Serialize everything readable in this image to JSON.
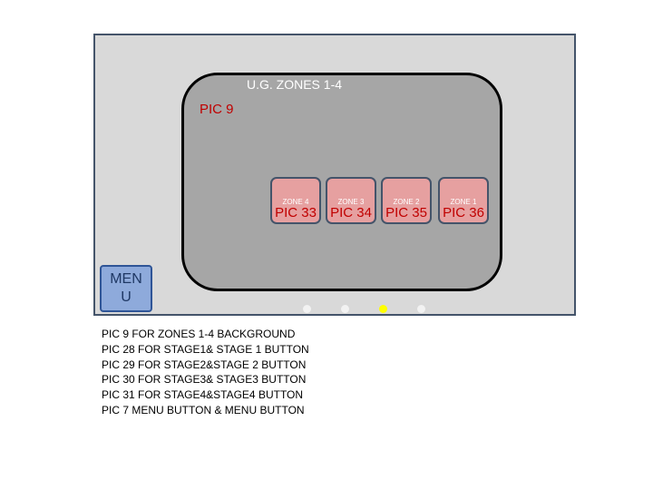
{
  "panel": {
    "title": "U.G. ZONES 1-4",
    "background_pic": "PIC 9"
  },
  "zones": [
    {
      "name": "ZONE 4",
      "pic": "PIC 33"
    },
    {
      "name": "ZONE 3",
      "pic": "PIC 34"
    },
    {
      "name": "ZONE 2",
      "pic": "PIC 35"
    },
    {
      "name": "ZONE 1",
      "pic": "PIC 36"
    }
  ],
  "menu": {
    "label": "MENU"
  },
  "pagination": {
    "count": 4,
    "active_index": 2
  },
  "notes": [
    "PIC 9 FOR ZONES 1-4 BACKGROUND",
    "PIC 28  FOR STAGE1& STAGE 1 BUTTON",
    "PIC 29 FOR STAGE2&STAGE 2 BUTTON",
    "PIC 30 FOR STAGE3& STAGE3 BUTTON",
    "PIC 31 FOR STAGE4&STAGE4 BUTTON",
    "PIC 7 MENU BUTTON & MENU BUTTON"
  ],
  "colors": {
    "screen_bg": "#d9d9d9",
    "panel_bg": "#a6a6a6",
    "zone_button": "#e6a0a0",
    "menu_button": "#8eaadb",
    "pic_label": "#c00000",
    "active_dot": "#ffff00"
  }
}
